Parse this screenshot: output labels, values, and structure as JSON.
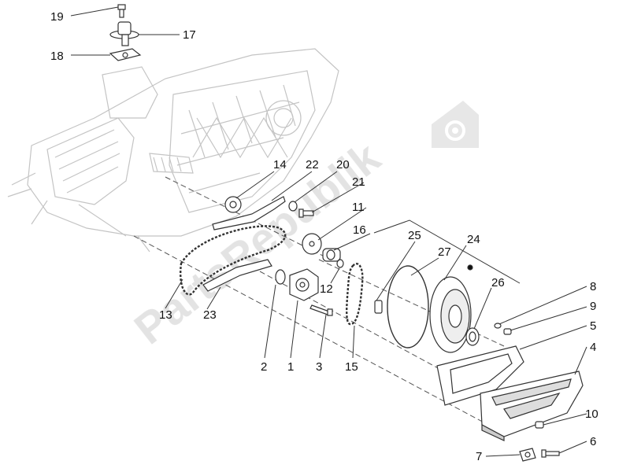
{
  "diagram": {
    "watermark_text": "PartsRepublik",
    "callouts": [
      {
        "id": "c19",
        "text": "19"
      },
      {
        "id": "c17",
        "text": "17"
      },
      {
        "id": "c18",
        "text": "18"
      },
      {
        "id": "c14",
        "text": "14"
      },
      {
        "id": "c22",
        "text": "22"
      },
      {
        "id": "c20",
        "text": "20"
      },
      {
        "id": "c21",
        "text": "21"
      },
      {
        "id": "c11",
        "text": "11"
      },
      {
        "id": "c16",
        "text": "16"
      },
      {
        "id": "c25",
        "text": "25"
      },
      {
        "id": "c24",
        "text": "24"
      },
      {
        "id": "c27",
        "text": "27"
      },
      {
        "id": "c26",
        "text": "26"
      },
      {
        "id": "c12",
        "text": "12"
      },
      {
        "id": "c13",
        "text": "13"
      },
      {
        "id": "c23",
        "text": "23"
      },
      {
        "id": "c2",
        "text": "2"
      },
      {
        "id": "c1",
        "text": "1"
      },
      {
        "id": "c3",
        "text": "3"
      },
      {
        "id": "c15",
        "text": "15"
      },
      {
        "id": "c8",
        "text": "8"
      },
      {
        "id": "c9",
        "text": "9"
      },
      {
        "id": "c5",
        "text": "5"
      },
      {
        "id": "c4",
        "text": "4"
      },
      {
        "id": "c10",
        "text": "10"
      },
      {
        "id": "c6",
        "text": "6"
      },
      {
        "id": "c7",
        "text": "7"
      }
    ]
  }
}
